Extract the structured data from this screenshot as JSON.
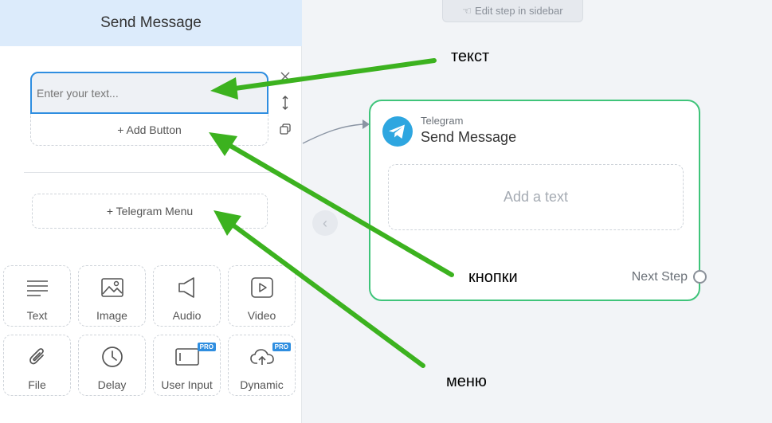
{
  "sidebar": {
    "title": "Send Message",
    "text_placeholder": "Enter your text...",
    "add_button_label": "+ Add Button",
    "telegram_menu_label": "+ Telegram Menu",
    "blocks": [
      {
        "label": "Text",
        "icon": "text-lines-icon",
        "pro": false
      },
      {
        "label": "Image",
        "icon": "image-icon",
        "pro": false
      },
      {
        "label": "Audio",
        "icon": "speaker-icon",
        "pro": false
      },
      {
        "label": "Video",
        "icon": "video-play-icon",
        "pro": false
      },
      {
        "label": "File",
        "icon": "paperclip-icon",
        "pro": false
      },
      {
        "label": "Delay",
        "icon": "clock-icon",
        "pro": false
      },
      {
        "label": "User Input",
        "icon": "input-box-icon",
        "pro": true
      },
      {
        "label": "Dynamic",
        "icon": "cloud-upload-icon",
        "pro": true
      }
    ],
    "pro_badge": "PRO"
  },
  "canvas": {
    "edit_step_label": "Edit step in sidebar",
    "node": {
      "platform": "Telegram",
      "title": "Send Message",
      "add_text_label": "Add a text",
      "next_step_label": "Next Step"
    }
  },
  "annotations": {
    "text": "текст",
    "buttons": "кнопки",
    "menu": "меню"
  },
  "colors": {
    "accent": "#2f8ee0",
    "node_border": "#3fc47a",
    "arrow": "#3cb21f",
    "sidebar_header_bg": "#dcebfb"
  }
}
